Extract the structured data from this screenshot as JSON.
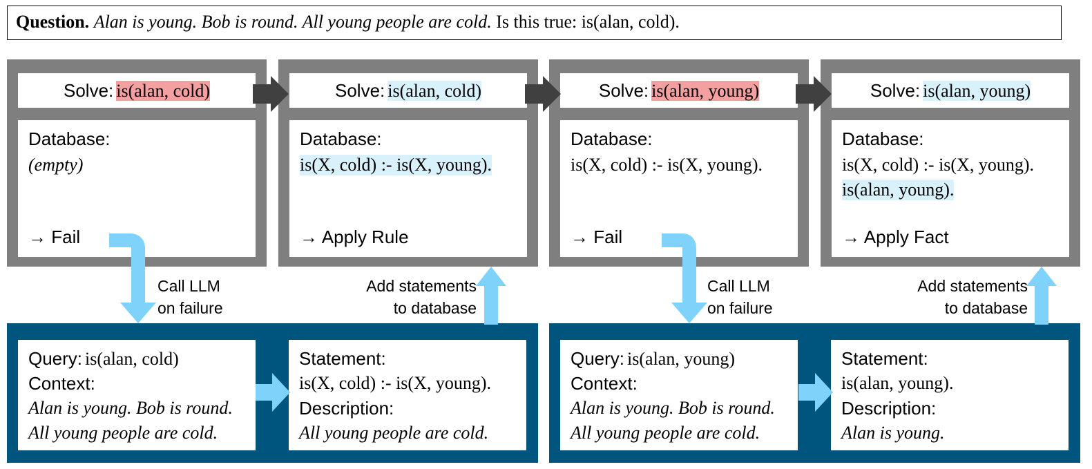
{
  "question": {
    "label": "Question.",
    "context": "Alan is young. Bob is round. All young people are cold.",
    "query": "Is this true: is(alan, cold)."
  },
  "steps": [
    {
      "solve_label": "Solve:",
      "solve_term": "is(alan, cold)",
      "database_label": "Database:",
      "lines": [
        "(empty)"
      ],
      "result": "→ Fail"
    },
    {
      "solve_label": "Solve:",
      "solve_term": "is(alan, cold)",
      "database_label": "Database:",
      "lines": [
        "is(X, cold) :- is(X, young)."
      ],
      "result": "→ Apply Rule"
    },
    {
      "solve_label": "Solve:",
      "solve_term": "is(alan, young)",
      "database_label": "Database:",
      "lines": [
        "is(X, cold) :- is(X, young)."
      ],
      "result": "→ Fail"
    },
    {
      "solve_label": "Solve:",
      "solve_term": "is(alan, young)",
      "database_label": "Database:",
      "lines": [
        "is(X, cold) :- is(X, young).",
        "is(alan, young)."
      ],
      "result": "→ Apply Fact"
    }
  ],
  "llm_calls": [
    {
      "query_label": "Query:",
      "query_term": "is(alan, cold)",
      "context_label": "Context:",
      "context_line1": "Alan is young. Bob is round.",
      "context_line2": "All young people are cold.",
      "statement_label": "Statement:",
      "statement": "is(X, cold) :- is(X, young).",
      "description_label": "Description:",
      "description": "All young people are cold."
    },
    {
      "query_label": "Query:",
      "query_term": "is(alan, young)",
      "context_label": "Context:",
      "context_line1": "Alan is young. Bob is round.",
      "context_line2": "All young people are cold.",
      "statement_label": "Statement:",
      "statement": "is(alan, young).",
      "description_label": "Description:",
      "description": "Alan is young."
    }
  ],
  "edge_labels": {
    "call_llm_line1": "Call LLM",
    "call_llm_line2": "on failure",
    "add_line1": "Add statements",
    "add_line2": "to database"
  },
  "colors": {
    "step_frame": "#7f7f7f",
    "llm_frame": "#00557f",
    "arrow_dark": "#404040",
    "arrow_light": "#7fd3fb",
    "highlight_fail": "#f4a0a0",
    "highlight_new": "#d9f1fb"
  }
}
